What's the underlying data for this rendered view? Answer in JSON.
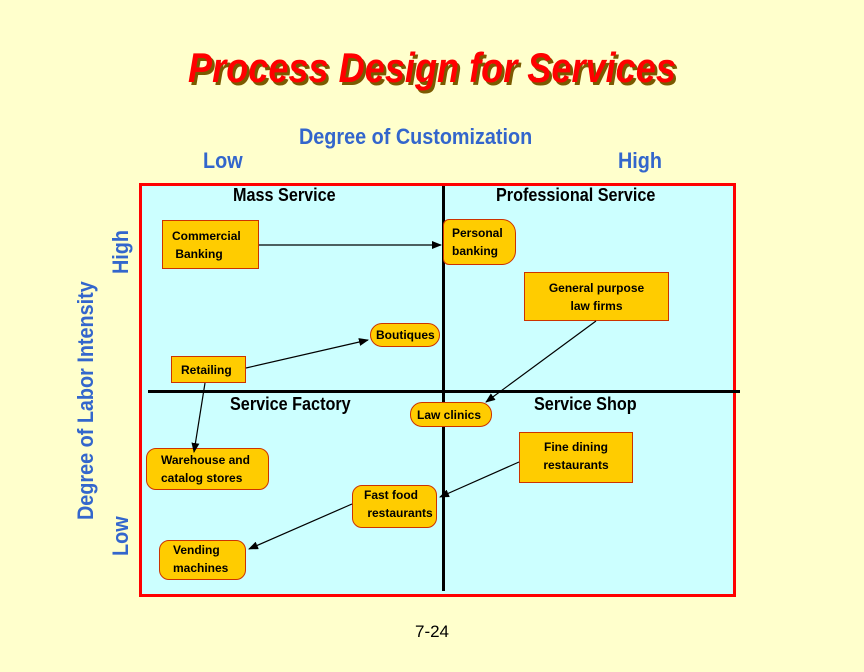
{
  "title": "Process Design for Services",
  "x_axis": {
    "label": "Degree of Customization",
    "low": "Low",
    "high": "High"
  },
  "y_axis": {
    "label": "Degree of Labor Intensity",
    "low": "Low",
    "high": "High"
  },
  "quadrants": {
    "top_left": "Mass Service",
    "top_right": "Professional Service",
    "bottom_left": "Service Factory",
    "bottom_right": "Service Shop"
  },
  "boxes": {
    "commercial_banking": "Commercial\n Banking",
    "personal_banking": "Personal\nbanking",
    "general_purpose_law": "General purpose\nlaw firms",
    "boutiques": "Boutiques",
    "retailing": "Retailing",
    "law_clinics": "Law clinics",
    "warehouse": "Warehouse and\ncatalog stores",
    "fine_dining": "Fine dining\nrestaurants",
    "fast_food": "Fast food\n restaurants",
    "vending": "Vending\nmachines"
  },
  "slide_number": "7-24"
}
